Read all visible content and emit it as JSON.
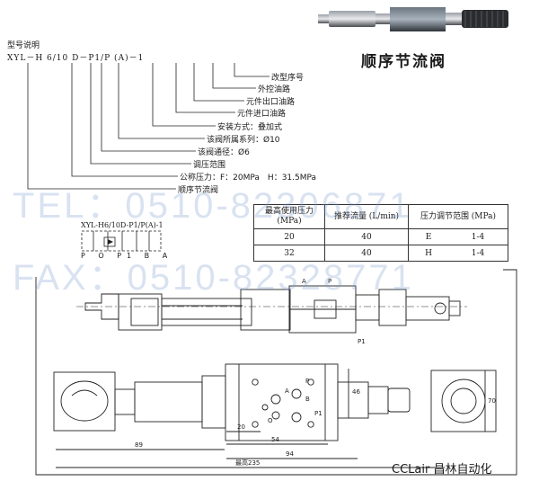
{
  "model": {
    "title": "型号说明",
    "code": "XYL－H 6/10 D－P1/P (A)－1",
    "code_parts": [
      "XYL",
      "－",
      "H",
      "6",
      "/",
      "10",
      "D",
      "－",
      "P1",
      "/",
      "P",
      "(A)",
      "－",
      "1"
    ]
  },
  "product_title": "顺序节流阀",
  "callouts": [
    "改型序号",
    "外控油路",
    "元件出口油路",
    "元件进口油路",
    "安装方式：叠加式",
    "该阀所属系列：Ø10",
    "该阀通径：Ø6",
    "调压范围",
    "公称压力：F：20MPa　H：31.5MPa",
    "顺序节流阀"
  ],
  "watermark": {
    "tel": "TEL：0510-82306871",
    "fax": "FAX：0510-82328771"
  },
  "symbol": {
    "title": "XYL-H6/10D-P1/P(A)-1",
    "ports": "P O P1 B A"
  },
  "spec_table": {
    "headers": [
      "最高使用压力 (MPa)",
      "推荐流量 (L/min)",
      "压力调节范围 (MPa)"
    ],
    "rows": [
      {
        "pressure": "20",
        "flow": "40",
        "code": "E",
        "range": "1-4"
      },
      {
        "pressure": "32",
        "flow": "40",
        "code": "H",
        "range": "1-4"
      }
    ]
  },
  "drawing_labels": {
    "port_a": "A",
    "port_p": "P",
    "port_p1": "P1",
    "port_p_front": "P",
    "port_a_front": "A",
    "port_b_front": "B",
    "port_p1_front": "P1",
    "port_o_front": "O",
    "dim_89": "89",
    "dim_20": "20",
    "dim_54": "54",
    "dim_94": "94",
    "dim_235": "最高235",
    "dim_46": "46",
    "dim_70": "70"
  },
  "brand": "CCLair 昌林自动化"
}
